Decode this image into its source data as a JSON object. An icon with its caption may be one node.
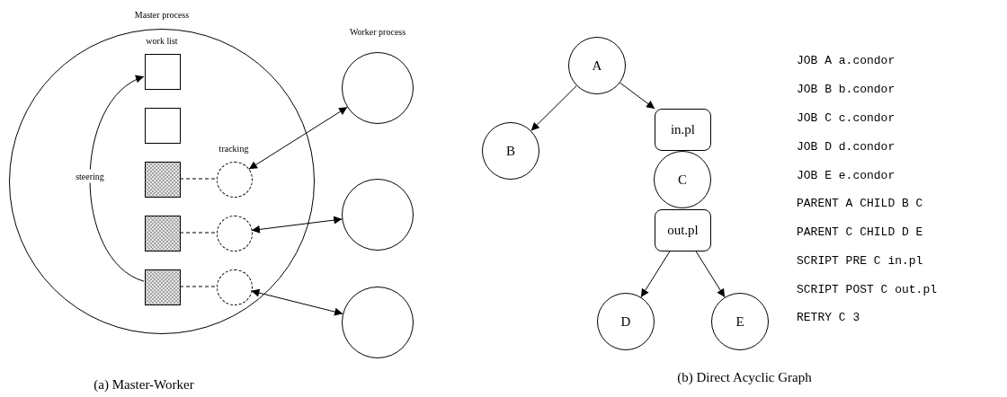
{
  "diagram": {
    "nodes": [
      {
        "text": [
          "Master process"
        ]
      },
      {
        "text": [],
        "shape": "box",
        "in": 0
      },
      {
        "text": [],
        "shape": "box",
        "in": 0
      },
      {
        "text": [],
        "shape": "box",
        "in": 0
      },
      {
        "text": [],
        "shape": "box",
        "in": 0
      },
      {
        "text": [],
        "shape": "box",
        "in": 0
      },
      {
        "text": [],
        "shape": "circle",
        "in": 0
      },
      {
        "text": [],
        "shape": "circle",
        "in": 0
      },
      {
        "text": [],
        "shape": "circle",
        "in": 0
      },
      {
        "text": [],
        "shape": "circle"
      },
      {
        "text": [],
        "shape": "circle"
      },
      {
        "text": [],
        "shape": "circle"
      },
      {
        "text": [
          "A"
        ]
      },
      {
        "text": [
          "B"
        ]
      },
      {
        "text": [
          "in.pl"
        ]
      },
      {
        "text": [
          "C"
        ]
      },
      {
        "text": [
          "out.pl"
        ]
      },
      {
        "text": [
          "D"
        ]
      },
      {
        "text": [
          "E"
        ]
      }
    ],
    "edges": [
      {
        "from": 5,
        "to": 1,
        "arrow": "to",
        "label": "steering"
      },
      {
        "from": 3,
        "to": 6,
        "arrow": "none",
        "style": "dashed"
      },
      {
        "from": 4,
        "to": 7,
        "arrow": "none",
        "style": "dashed"
      },
      {
        "from": 5,
        "to": 8,
        "arrow": "none",
        "style": "dashed"
      },
      {
        "from": 6,
        "to": 9,
        "arrow": "both"
      },
      {
        "from": 7,
        "to": 10,
        "arrow": "both"
      },
      {
        "from": 8,
        "to": 11,
        "arrow": "both"
      },
      {
        "from": 12,
        "to": 13,
        "arrow": "to"
      },
      {
        "from": 12,
        "to": 14,
        "arrow": "to"
      },
      {
        "from": 16,
        "to": 17,
        "arrow": "to"
      },
      {
        "from": 16,
        "to": 18,
        "arrow": "to"
      }
    ],
    "labels": [
      "Worker process",
      "work list",
      "tracking",
      "JOB A a.condor",
      "JOB B b.condor",
      "JOB C c.condor",
      "JOB D d.condor",
      "JOB E e.condor",
      "PARENT A CHILD B C",
      "PARENT C CHILD D E",
      "SCRIPT PRE C in.pl",
      "SCRIPT POST C out.pl",
      "RETRY C 3",
      "(a) Master-Worker",
      "(b) Direct Acyclic Graph"
    ]
  }
}
